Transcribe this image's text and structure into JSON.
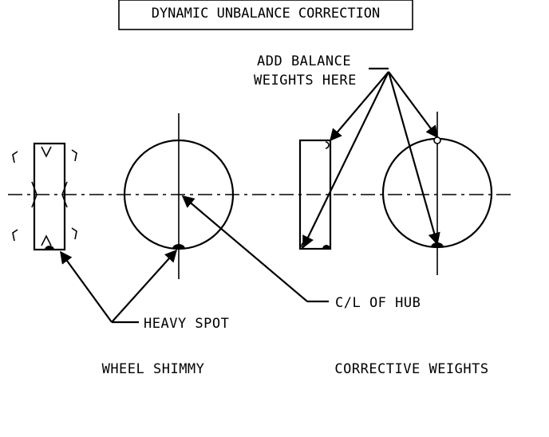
{
  "title": "DYNAMIC UNBALANCE CORRECTION",
  "labels": {
    "add_weights_line1": "ADD BALANCE",
    "add_weights_line2": "WEIGHTS HERE",
    "heavy_spot": "HEAVY SPOT",
    "hub_centerline": "C/L OF HUB",
    "left_caption": "WHEEL SHIMMY",
    "right_caption": "CORRECTIVE WEIGHTS"
  },
  "colors": {
    "ink": "#000000",
    "background": "#ffffff"
  }
}
